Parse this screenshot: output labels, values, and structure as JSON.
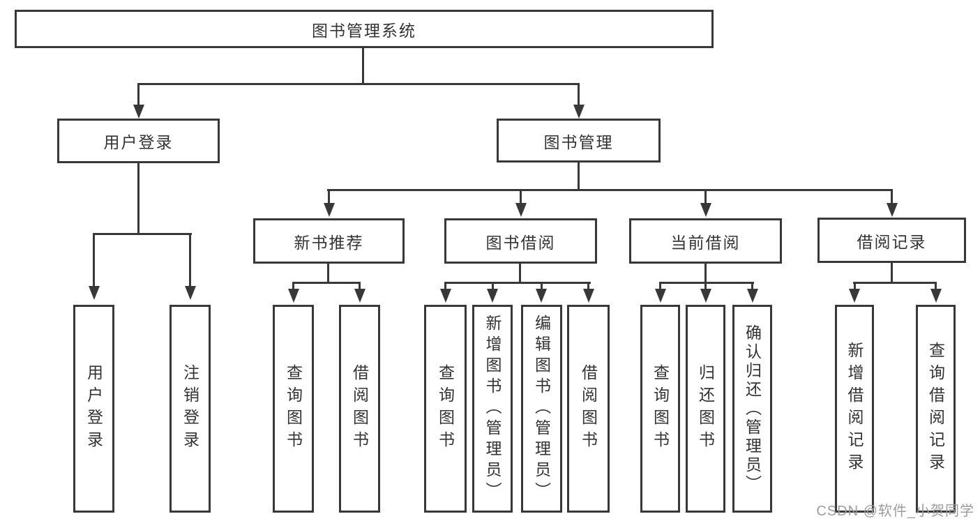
{
  "diagram": {
    "type": "hierarchy-tree",
    "root": {
      "label": "图书管理系统",
      "children": [
        {
          "label": "用户登录",
          "children": [
            {
              "label": "用户登录"
            },
            {
              "label": "注销登录"
            }
          ]
        },
        {
          "label": "图书管理",
          "children": [
            {
              "label": "新书推荐",
              "children": [
                {
                  "label": "查询图书"
                },
                {
                  "label": "借阅图书"
                }
              ]
            },
            {
              "label": "图书借阅",
              "children": [
                {
                  "label": "查询图书"
                },
                {
                  "label": "新增图书（管理员）"
                },
                {
                  "label": "编辑图书（管理员）"
                },
                {
                  "label": "借阅图书"
                }
              ]
            },
            {
              "label": "当前借阅",
              "children": [
                {
                  "label": "查询图书"
                },
                {
                  "label": "归还图书"
                },
                {
                  "label": "确认归还（管理员）"
                }
              ]
            },
            {
              "label": "借阅记录",
              "children": [
                {
                  "label": "新增借阅记录"
                },
                {
                  "label": "查询借阅记录"
                }
              ]
            }
          ]
        }
      ]
    }
  },
  "watermark": "CSDN @软件_小贺同学",
  "colors": {
    "line": "#383838",
    "text": "#333333",
    "background": "#ffffff",
    "watermark": "#9c9c9c"
  }
}
